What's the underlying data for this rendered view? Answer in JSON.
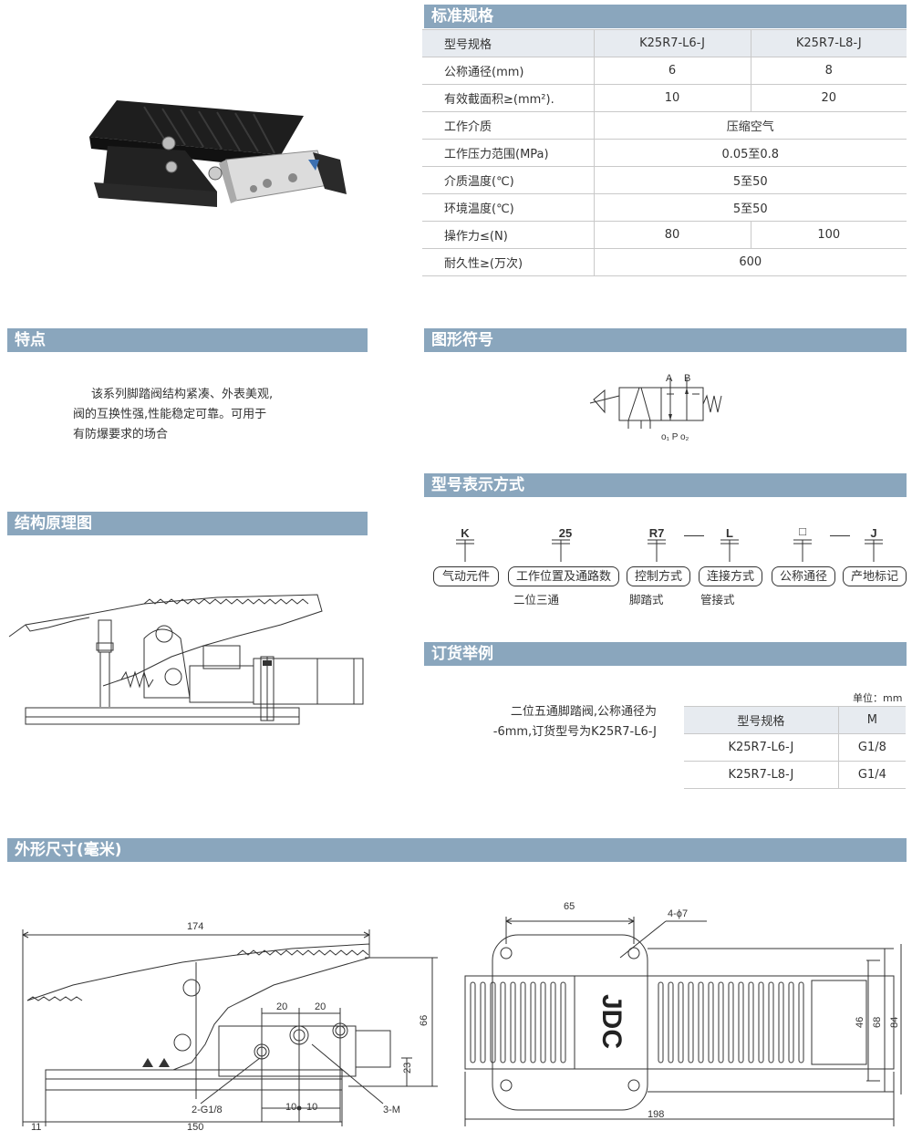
{
  "sections": {
    "specs": "标准规格",
    "features": "特点",
    "symbol": "图形符号",
    "model_code": "型号表示方式",
    "structure": "结构原理图",
    "order": "订货举例",
    "dimensions": "外形尺寸(毫米)"
  },
  "spec_table": {
    "header": {
      "label": "型号规格",
      "col1": "K25R7-L6-J",
      "col2": "K25R7-L8-J"
    },
    "rows": {
      "r1": {
        "label": "公称通径(mm)",
        "v1": "6",
        "v2": "8"
      },
      "r2": {
        "label": "有效截面积≥(mm²).",
        "v1": "10",
        "v2": "20"
      },
      "r3": {
        "label": "工作介质",
        "v": "压缩空气"
      },
      "r4": {
        "label": "工作压力范围(MPa)",
        "v": "0.05至0.8"
      },
      "r5": {
        "label": "介质温度(℃)",
        "v": "5至50"
      },
      "r6": {
        "label": "环境温度(℃)",
        "v": "5至50"
      },
      "r7": {
        "label": "操作力≤(N)",
        "v1": "80",
        "v2": "100"
      },
      "r8": {
        "label": "耐久性≥(万次)",
        "v": "600"
      }
    }
  },
  "features_text": {
    "line1": "该系列脚踏阀结构紧凑、外表美观,",
    "line2": "阀的互换性强,性能稳定可靠。可用于",
    "line3": "有防爆要求的场合"
  },
  "symbol_labels": {
    "a": "A",
    "b": "B",
    "bottom": "o₁ P o₂"
  },
  "model_code": {
    "codes": {
      "c1": "K",
      "c2": "25",
      "c3": "R7",
      "c4": "L",
      "c5": "□",
      "c6": "J"
    },
    "boxes": {
      "b1": "气动元件",
      "b2": "工作位置及通路数",
      "b3": "控制方式",
      "b4": "连接方式",
      "b5": "公称通径",
      "b6": "产地标记"
    },
    "notes": {
      "n2": "二位三通",
      "n3": "脚踏式",
      "n4": "管接式"
    }
  },
  "order": {
    "text1": "二位五通脚踏阀,公称通径为",
    "text2": "-6mm,订货型号为K25R7-L6-J",
    "unit": "单位：mm",
    "header": {
      "c1": "型号规格",
      "c2": "M"
    },
    "rows": {
      "r1": {
        "model": "K25R7-L6-J",
        "m": "G1/8"
      },
      "r2": {
        "model": "K25R7-L8-J",
        "m": "G1/4"
      }
    }
  },
  "dimensions": {
    "side": {
      "d174": "174",
      "d20a": "20",
      "d20b": "20",
      "d66": "66",
      "d23": "23",
      "d10a": "10",
      "d10b": "10",
      "d150": "150",
      "d11": "11",
      "g18": "2-G1/8",
      "m": "3-M"
    },
    "top": {
      "d65": "65",
      "phi": "4-ϕ7",
      "d46": "46",
      "d68": "68",
      "d84": "84",
      "d198": "198",
      "logo": "JDC"
    }
  }
}
